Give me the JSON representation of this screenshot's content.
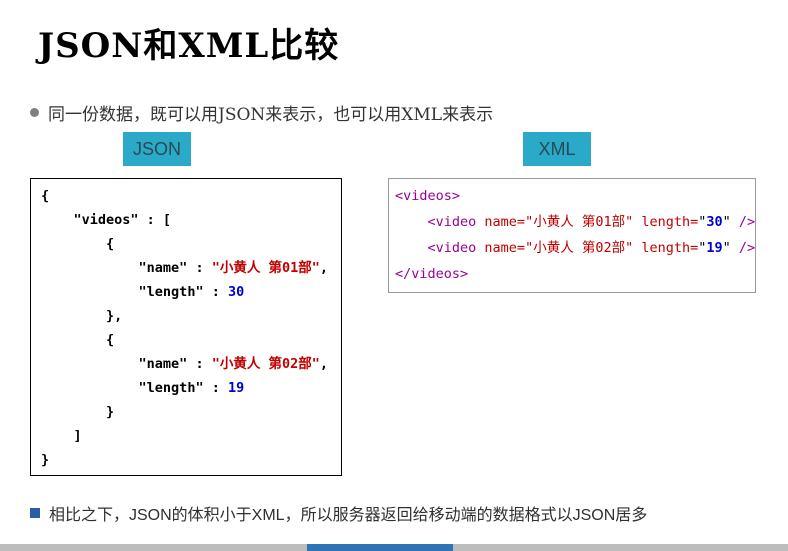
{
  "slide": {
    "title": "JSON和XML比较",
    "bullet1": "同一份数据，既可以用JSON来表示，也可以用XML来表示",
    "bullet2": "相比之下，JSON的体积小于XML，所以服务器返回给移动端的数据格式以JSON居多"
  },
  "labels": {
    "json": "JSON",
    "xml": "XML"
  },
  "colors": {
    "label_background": "#2ba9c8",
    "label_text": "#2a4a52",
    "code_key": "#000000",
    "code_string": "#c00000",
    "code_number": "#0000cd",
    "code_tag": "#990099",
    "code_attribute": "#c00000",
    "bullet_dot": "#7f7f7f",
    "bullet_square": "#2e5da8",
    "scrollbar_track": "#bdbdbd",
    "scrollbar_thumb": "#2e74b5"
  },
  "json_box": {
    "lines": [
      [
        {
          "t": "{",
          "c": "plain"
        }
      ],
      [
        {
          "t": "    ",
          "c": "plain"
        },
        {
          "t": "\"videos\"",
          "c": "key"
        },
        {
          "t": " : [",
          "c": "plain"
        }
      ],
      [
        {
          "t": "        {",
          "c": "plain"
        }
      ],
      [
        {
          "t": "            ",
          "c": "plain"
        },
        {
          "t": "\"name\"",
          "c": "key"
        },
        {
          "t": " : ",
          "c": "plain"
        },
        {
          "t": "\"小黄人 第01部\"",
          "c": "str"
        },
        {
          "t": ",",
          "c": "plain"
        }
      ],
      [
        {
          "t": "            ",
          "c": "plain"
        },
        {
          "t": "\"length\"",
          "c": "key"
        },
        {
          "t": " : ",
          "c": "plain"
        },
        {
          "t": "30",
          "c": "num"
        }
      ],
      [
        {
          "t": "        },",
          "c": "plain"
        }
      ],
      [
        {
          "t": "        {",
          "c": "plain"
        }
      ],
      [
        {
          "t": "            ",
          "c": "plain"
        },
        {
          "t": "\"name\"",
          "c": "key"
        },
        {
          "t": " : ",
          "c": "plain"
        },
        {
          "t": "\"小黄人 第02部\"",
          "c": "str"
        },
        {
          "t": ",",
          "c": "plain"
        }
      ],
      [
        {
          "t": "            ",
          "c": "plain"
        },
        {
          "t": "\"length\"",
          "c": "key"
        },
        {
          "t": " : ",
          "c": "plain"
        },
        {
          "t": "19",
          "c": "num"
        }
      ],
      [
        {
          "t": "        }",
          "c": "plain"
        }
      ],
      [
        {
          "t": "    ]",
          "c": "plain"
        }
      ],
      [
        {
          "t": "}",
          "c": "plain"
        }
      ]
    ]
  },
  "xml_box": {
    "lines": [
      [
        {
          "t": "<videos>",
          "c": "tag"
        }
      ],
      [
        {
          "t": "    ",
          "c": "plain"
        },
        {
          "t": "<video ",
          "c": "tag"
        },
        {
          "t": "name=",
          "c": "attr"
        },
        {
          "t": "\"小黄人 第01部\"",
          "c": "str"
        },
        {
          "t": " ",
          "c": "plain"
        },
        {
          "t": "length=",
          "c": "attr"
        },
        {
          "t": "\"",
          "c": "plain"
        },
        {
          "t": "30",
          "c": "num"
        },
        {
          "t": "\"",
          "c": "plain"
        },
        {
          "t": " />",
          "c": "tag"
        }
      ],
      [
        {
          "t": "    ",
          "c": "plain"
        },
        {
          "t": "<video ",
          "c": "tag"
        },
        {
          "t": "name=",
          "c": "attr"
        },
        {
          "t": "\"小黄人 第02部\"",
          "c": "str"
        },
        {
          "t": " ",
          "c": "plain"
        },
        {
          "t": "length=",
          "c": "attr"
        },
        {
          "t": "\"",
          "c": "plain"
        },
        {
          "t": "19",
          "c": "num"
        },
        {
          "t": "\"",
          "c": "plain"
        },
        {
          "t": " />",
          "c": "tag"
        }
      ],
      [
        {
          "t": "</videos>",
          "c": "tag"
        }
      ]
    ]
  }
}
